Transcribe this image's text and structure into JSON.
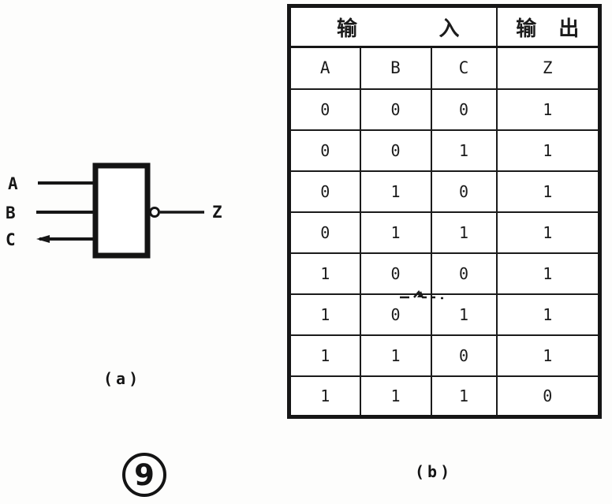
{
  "figure_number": "9",
  "gate_diagram": {
    "caption": "(a)",
    "inputs": [
      "A",
      "B",
      "C"
    ],
    "output_label": "Z",
    "gate_shape": "rectangle-with-inversion-bubble"
  },
  "truth_table": {
    "caption": "(b)",
    "header": {
      "input_label": "输入",
      "output_label": "输出"
    },
    "columns": [
      "A",
      "B",
      "C",
      "Z"
    ],
    "rows": [
      [
        "0",
        "0",
        "0",
        "1"
      ],
      [
        "0",
        "0",
        "1",
        "1"
      ],
      [
        "0",
        "1",
        "0",
        "1"
      ],
      [
        "0",
        "1",
        "1",
        "1"
      ],
      [
        "1",
        "0",
        "0",
        "1"
      ],
      [
        "1",
        "0",
        "1",
        "1"
      ],
      [
        "1",
        "1",
        "0",
        "1"
      ],
      [
        "1",
        "1",
        "1",
        "0"
      ]
    ]
  },
  "colors": {
    "ink": "#161616",
    "paper": "#fdfdfc"
  }
}
